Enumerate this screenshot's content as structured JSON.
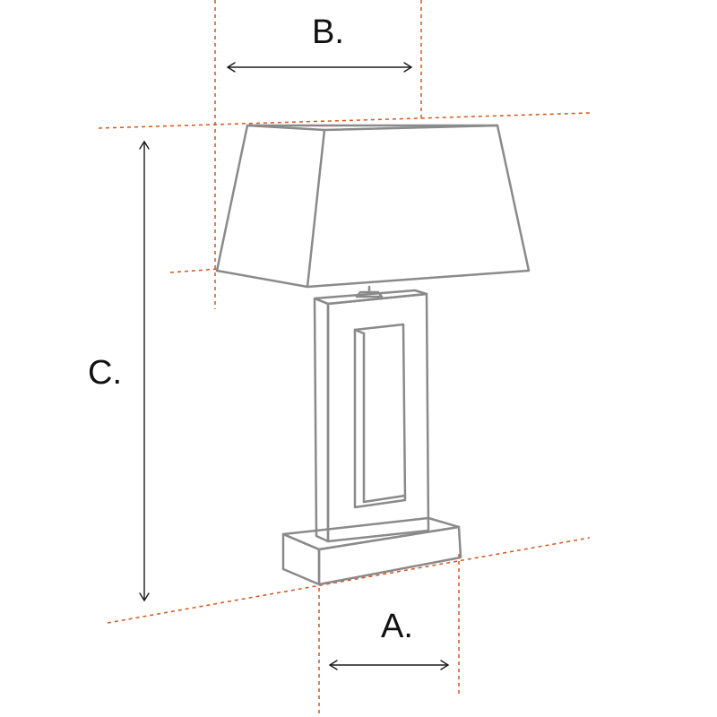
{
  "labels": {
    "a": "A.",
    "b": "B.",
    "c": "C."
  },
  "colors": {
    "guide_line": "#d2551f",
    "lamp_outline": "#8a8a8a",
    "dimension_arrow": "#1a1a1a"
  }
}
